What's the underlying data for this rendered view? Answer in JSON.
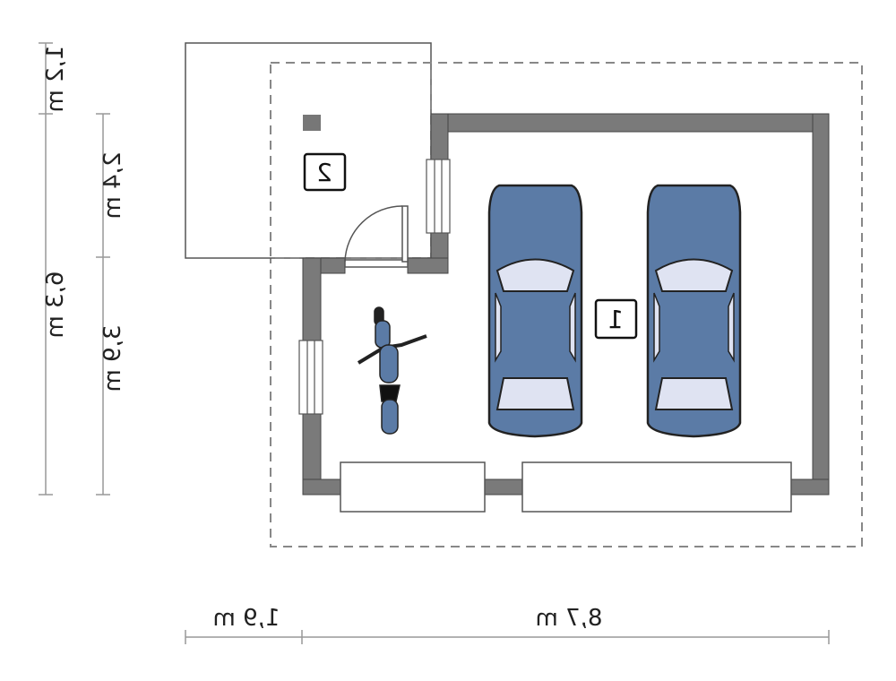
{
  "dimensions": {
    "left_outer": [
      "1,2 m",
      "6,3 m"
    ],
    "left_inner": [
      "2,4 m",
      "3,9 m"
    ],
    "bottom": [
      "1,9 m",
      "8,7 m"
    ]
  },
  "rooms": {
    "garage_label": "1",
    "annex_label": "2"
  },
  "colors": {
    "wall": "#7a7a7a",
    "car": "#5b7ba6",
    "glass": "#dfe3f2",
    "dim_line": "#999999"
  }
}
